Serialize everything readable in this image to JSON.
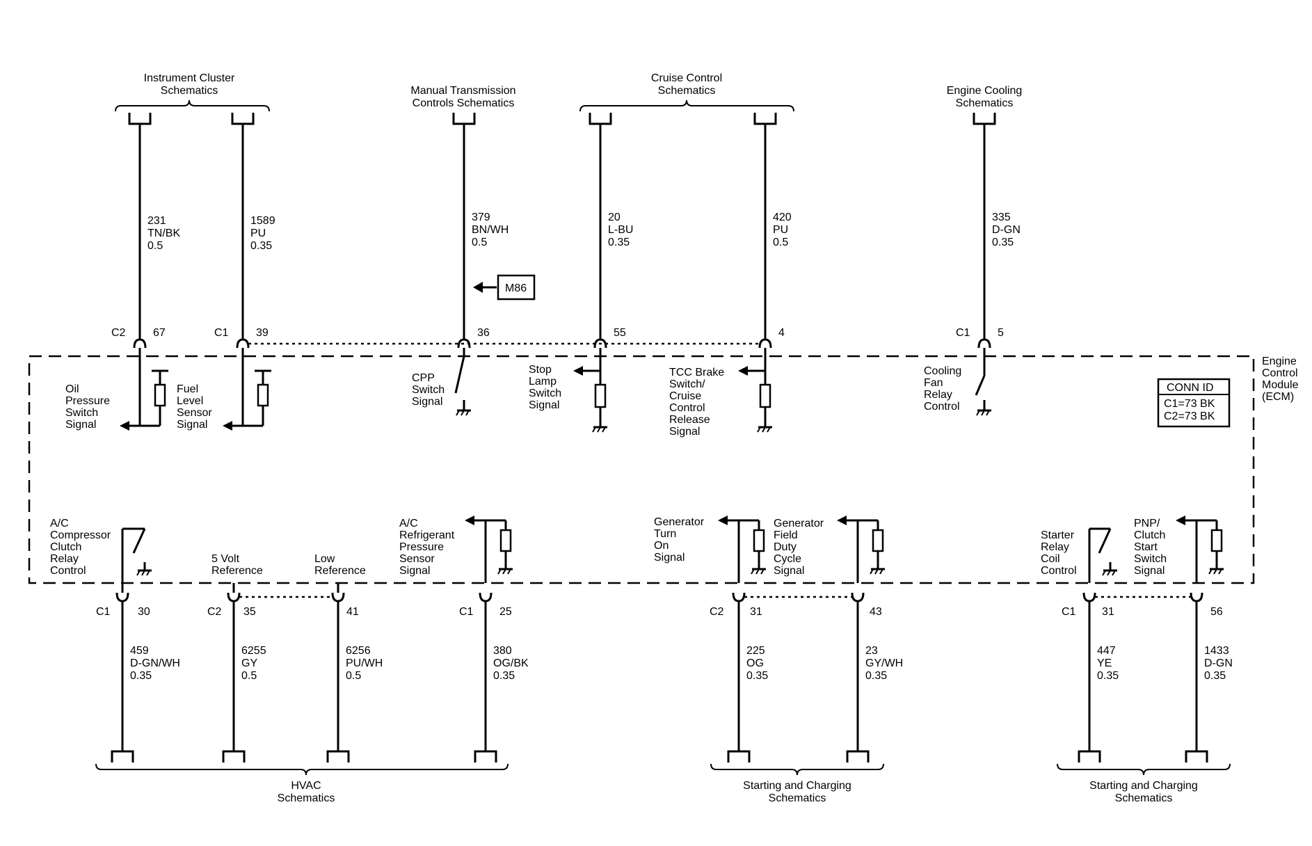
{
  "diagram": {
    "top_groups": {
      "instrument_cluster": [
        "Instrument Cluster",
        "Schematics"
      ],
      "manual_trans": [
        "Manual Transmission",
        "Controls Schematics"
      ],
      "cruise_control": [
        "Cruise Control",
        "Schematics"
      ],
      "engine_cooling": [
        "Engine Cooling",
        "Schematics"
      ]
    },
    "bottom_groups": {
      "hvac": [
        "HVAC",
        "Schematics"
      ],
      "starting_charging_1": [
        "Starting and Charging",
        "Schematics"
      ],
      "starting_charging_2": [
        "Starting and Charging",
        "Schematics"
      ]
    },
    "module": {
      "name": [
        "Engine",
        "Control",
        "Module",
        "(ECM)"
      ],
      "conn_id_title": "CONN ID",
      "conn_id_lines": [
        "C1=73 BK",
        "C2=73 BK"
      ]
    },
    "component_ref": "M86",
    "top_wires": [
      {
        "circuit": "231",
        "color": "TN/BK",
        "size": "0.5",
        "connector": "C2",
        "pin": "67",
        "signal": [
          "Oil",
          "Pressure",
          "Switch",
          "Signal"
        ]
      },
      {
        "circuit": "1589",
        "color": "PU",
        "size": "0.35",
        "connector": "C1",
        "pin": "39",
        "signal": [
          "Fuel",
          "Level",
          "Sensor",
          "Signal"
        ]
      },
      {
        "circuit": "379",
        "color": "BN/WH",
        "size": "0.5",
        "connector": "",
        "pin": "36",
        "signal": [
          "CPP",
          "Switch",
          "Signal"
        ]
      },
      {
        "circuit": "20",
        "color": "L-BU",
        "size": "0.35",
        "connector": "",
        "pin": "55",
        "signal": [
          "Stop",
          "Lamp",
          "Switch",
          "Signal"
        ]
      },
      {
        "circuit": "420",
        "color": "PU",
        "size": "0.5",
        "connector": "",
        "pin": "4",
        "signal": [
          "TCC Brake",
          "Switch/",
          "Cruise",
          "Control",
          "Release",
          "Signal"
        ]
      },
      {
        "circuit": "335",
        "color": "D-GN",
        "size": "0.35",
        "connector": "C1",
        "pin": "5",
        "signal": [
          "Cooling",
          "Fan",
          "Relay",
          "Control"
        ]
      }
    ],
    "bottom_wires": [
      {
        "circuit": "459",
        "color": "D-GN/WH",
        "size": "0.35",
        "connector": "C1",
        "pin": "30",
        "signal": [
          "A/C",
          "Compressor",
          "Clutch",
          "Relay",
          "Control"
        ]
      },
      {
        "circuit": "6255",
        "color": "GY",
        "size": "0.5",
        "connector": "C2",
        "pin": "35",
        "signal": [
          "5 Volt",
          "Reference"
        ]
      },
      {
        "circuit": "6256",
        "color": "PU/WH",
        "size": "0.5",
        "connector": "",
        "pin": "41",
        "signal": [
          "Low",
          "Reference"
        ]
      },
      {
        "circuit": "380",
        "color": "OG/BK",
        "size": "0.35",
        "connector": "C1",
        "pin": "25",
        "signal": [
          "A/C",
          "Refrigerant",
          "Pressure",
          "Sensor",
          "Signal"
        ]
      },
      {
        "circuit": "225",
        "color": "OG",
        "size": "0.35",
        "connector": "C2",
        "pin": "31",
        "signal": [
          "Generator",
          "Turn",
          "On",
          "Signal"
        ]
      },
      {
        "circuit": "23",
        "color": "GY/WH",
        "size": "0.35",
        "connector": "",
        "pin": "43",
        "signal": [
          "Generator",
          "Field",
          "Duty",
          "Cycle",
          "Signal"
        ]
      },
      {
        "circuit": "447",
        "color": "YE",
        "size": "0.35",
        "connector": "C1",
        "pin": "31",
        "signal": [
          "Starter",
          "Relay",
          "Coil",
          "Control"
        ]
      },
      {
        "circuit": "1433",
        "color": "D-GN",
        "size": "0.35",
        "connector": "",
        "pin": "56",
        "signal": [
          "PNP/",
          "Clutch",
          "Start",
          "Switch",
          "Signal"
        ]
      }
    ]
  }
}
